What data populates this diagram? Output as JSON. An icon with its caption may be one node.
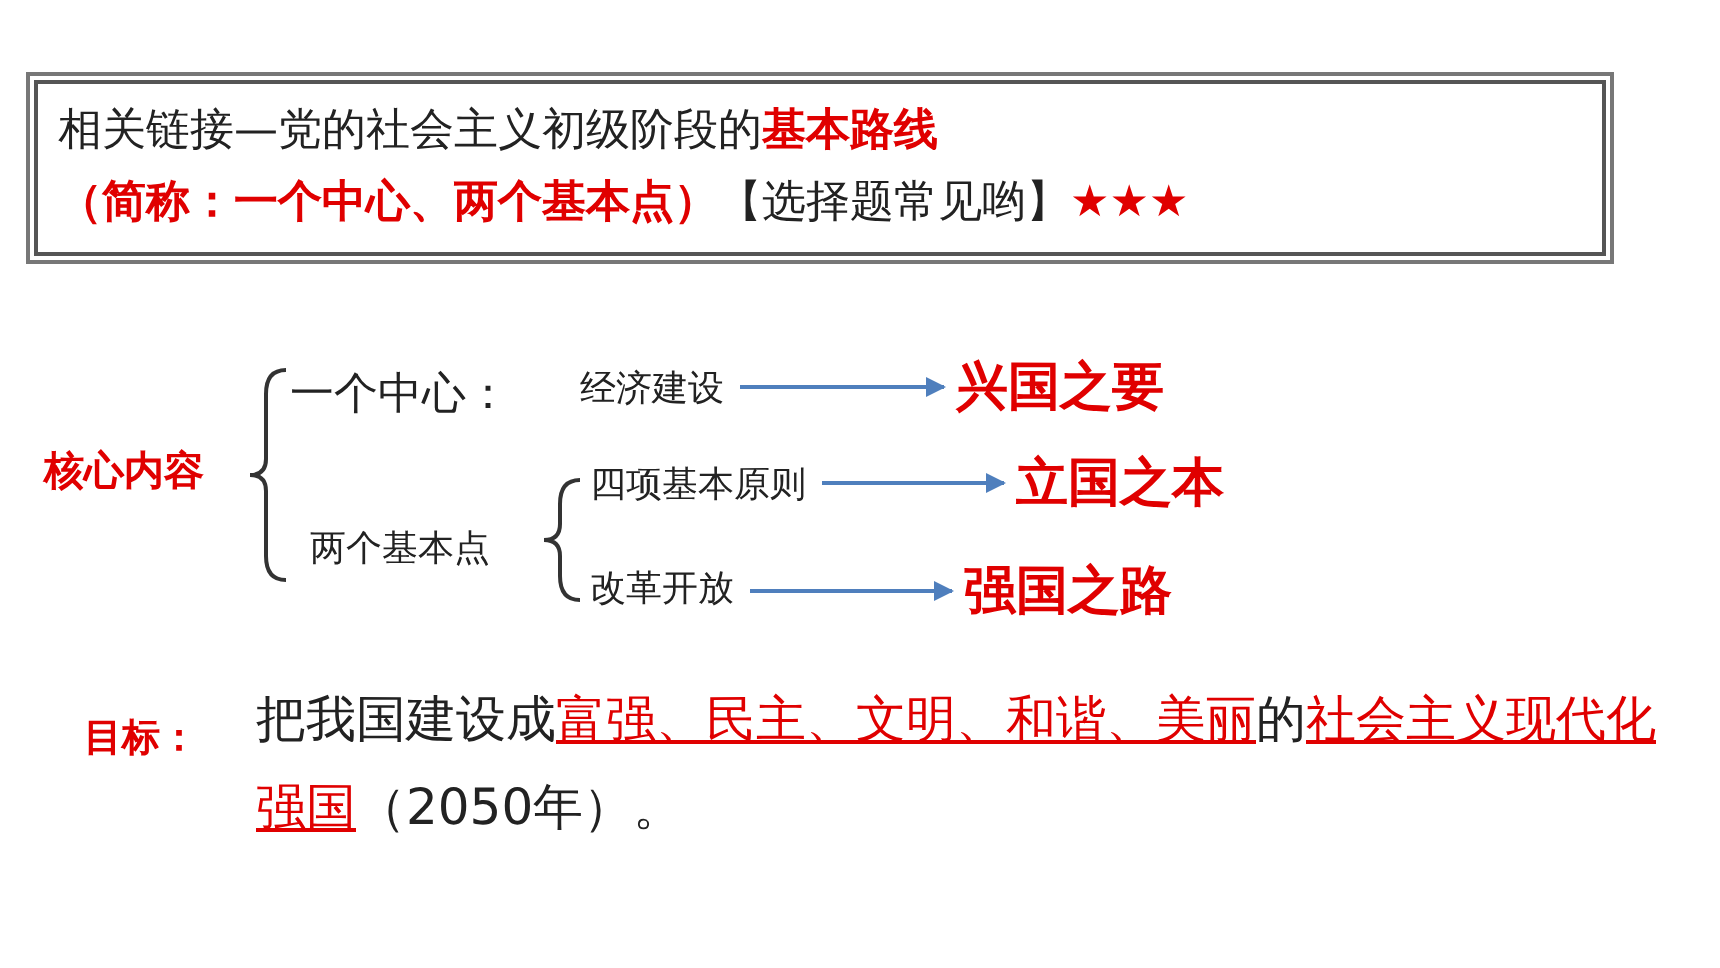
{
  "diagram": {
    "nodes": [
      {
        "text": [
          "相关链接—党的社会主义初级阶段的**基本路线**",
          "**（简称：一个中心、两个基本点）**【选择题常见哟】**★★★**"
        ]
      },
      {
        "text": [
          "核心内容"
        ]
      },
      {
        "text": [
          "一个中心："
        ]
      },
      {
        "text": [
          "经济建设"
        ]
      },
      {
        "text": [
          "兴国之要"
        ]
      },
      {
        "text": [
          "两个基本点"
        ]
      },
      {
        "text": [
          "四项基本原则"
        ]
      },
      {
        "text": [
          "立国之本"
        ]
      },
      {
        "text": [
          "改革开放"
        ]
      },
      {
        "text": [
          "强国之路"
        ]
      }
    ],
    "edges": [
      {
        "from": 3,
        "to": 4,
        "arrow": "to"
      },
      {
        "from": 6,
        "to": 7,
        "arrow": "to"
      },
      {
        "from": 8,
        "to": 9,
        "arrow": "to"
      }
    ],
    "labels": [
      "目标：",
      "把我国建设成**富强、民主、文明、和谐、美丽**的**社会主义现代化强国**（2050年）。"
    ]
  }
}
